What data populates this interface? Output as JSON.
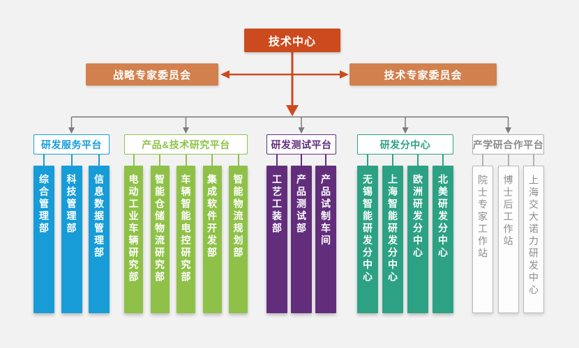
{
  "root": {
    "label": "技术中心"
  },
  "committees": [
    {
      "label": "战略专家委员会"
    },
    {
      "label": "技术专家委员会"
    }
  ],
  "groups": [
    {
      "label": "研发服务平台",
      "accent": "#179cd8",
      "departments": [
        "综合管理部",
        "科技管理部",
        "信息数据管理部"
      ]
    },
    {
      "label": "产品&技术研究平台",
      "accent": "#8fc148",
      "departments": [
        "电动工业车辆研究部",
        "智能仓储物流研究部",
        "车辆智能电控研究部",
        "集成软件开发部",
        "智能物流规划部"
      ]
    },
    {
      "label": "研发测试平台",
      "accent": "#622e7c",
      "departments": [
        "工艺工装部",
        "产品测试部",
        "产品试制车间"
      ]
    },
    {
      "label": "研发分中心",
      "accent": "#2ca184",
      "departments": [
        "无锡智能研发分中心",
        "上海智能研发分中心",
        "欧洲研发分中心",
        "北美研发分中心"
      ]
    },
    {
      "label": "产学研合作平台",
      "accent": "#ababab",
      "outline": true,
      "departments": [
        "院士专家工作站",
        "博士后工作站",
        "上海交大诺力研发中心"
      ]
    }
  ],
  "colors": {
    "orange": "#cc4b1e",
    "orange_light": "#d2804d",
    "line_gray": "#7b7b7b",
    "background": "#f2f2f2"
  }
}
